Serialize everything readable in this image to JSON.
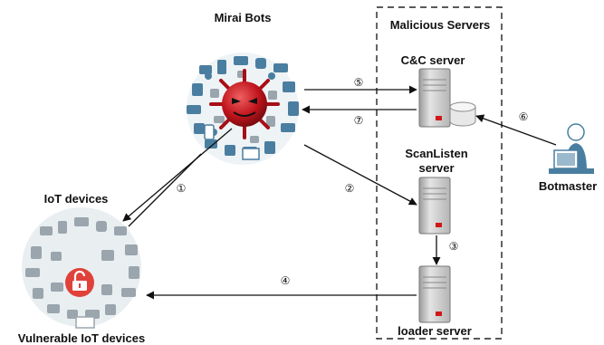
{
  "labels": {
    "mirai_bots": "Mirai Bots",
    "malicious_servers": "Malicious Servers",
    "cnc_server": "C&C server",
    "scanlisten_line1": "ScanListen",
    "scanlisten_line2": "server",
    "loader_server": "loader server",
    "botmaster": "Botmaster",
    "iot_devices": "IoT devices",
    "vulnerable_iot": "Vulnerable IoT devices"
  },
  "steps": [
    "①",
    "②",
    "③",
    "④",
    "⑤",
    "⑥",
    "⑦"
  ],
  "icons": [
    "iot-device-cluster",
    "mirai-virus",
    "server",
    "database",
    "botmaster-person",
    "unlocked-padlock"
  ],
  "colors": {
    "device_blue": "#4a7ea0",
    "device_gray": "#9aa5ad",
    "virus_red": "#c0141c",
    "lock_red": "#e0413a",
    "server_gray": "#c9c9c9"
  }
}
